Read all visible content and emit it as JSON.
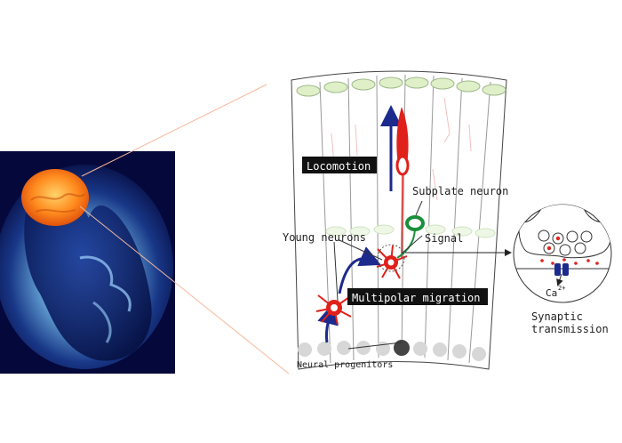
{
  "labels": {
    "locomotion": "Locomotion",
    "subplate_neuron": "Subplate neuron",
    "young_neurons": "Young neurons",
    "signal": "Signal",
    "multipolar_migration": "Multipolar migration",
    "neural_progenitors": "Neural progenitors",
    "calcium": "Ca",
    "calcium_charge": "2+",
    "synaptic_line1": "Synaptic",
    "synaptic_line2": "transmission"
  },
  "colors": {
    "fetus_bg_dark": "#05083a",
    "fetus_glow": "#6fc3ff",
    "brain": "#ff8a1e",
    "neuron_red": "#e0211b",
    "subplate_green": "#1a8f3c",
    "arrow_blue": "#1b2a8c",
    "label_box": "#111111",
    "cell_top": "#dff0c8",
    "cell_bottom": "#cfcfcf",
    "zoom_line": "#f3b99a"
  }
}
